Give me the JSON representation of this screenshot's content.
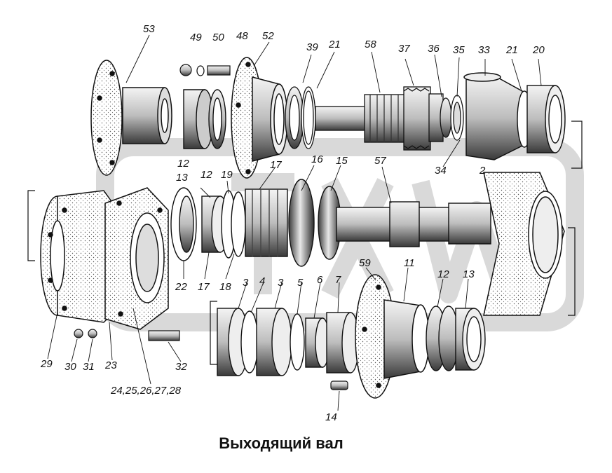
{
  "caption": "Выходящий вал",
  "callouts": [
    "53",
    "49",
    "50",
    "48",
    "52",
    "39",
    "21",
    "58",
    "37",
    "36",
    "35",
    "33",
    "21",
    "20",
    "12",
    "13",
    "12",
    "19",
    "17",
    "16",
    "15",
    "57",
    "34",
    "2",
    "22",
    "17",
    "18",
    "3",
    "4",
    "3",
    "5",
    "6",
    "7",
    "59",
    "11",
    "12",
    "13",
    "29",
    "30",
    "31",
    "23",
    "24,25,26,27,28",
    "32",
    "14"
  ],
  "colors": {
    "ink": "#111111",
    "watermark": "#d6d6d6",
    "background": "#ffffff"
  }
}
